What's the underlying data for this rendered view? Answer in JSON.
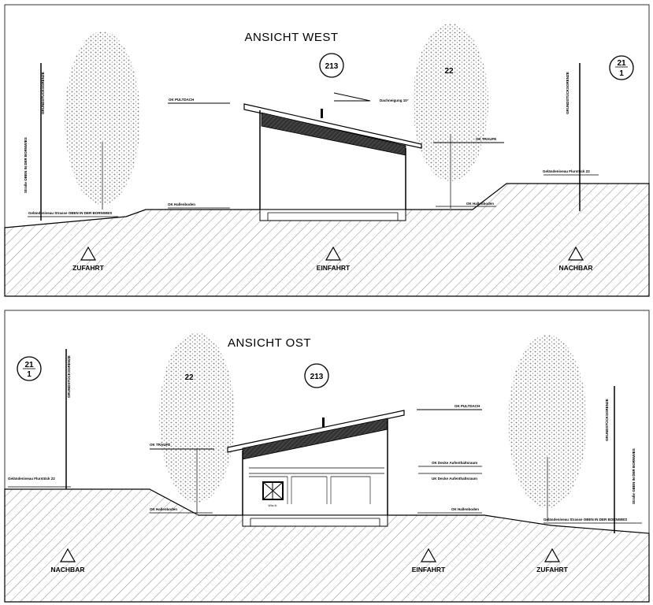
{
  "west": {
    "title": "ANSICHT WEST",
    "circle_left": "213",
    "circle_right_num": "21",
    "circle_right_den": "1",
    "tree_label": "22",
    "ok_pultdach": "OK PULTDACH",
    "dachneigung": "Dachneigung 10°",
    "ok_traufe": "OK TRAUFE",
    "ok_hallenboden_left": "OK Hallenboden",
    "ok_hallenboden_right": "OK Hallenboden",
    "gelaende_strasse": "Geländeniveau Strasse OBEN IN DER BORNWIES",
    "gelaende_flurstueck": "Geländeniveau Flurstück 22",
    "grenze_label": "GRUNDSTÜCKSGRENZE",
    "strasse_vertical": "Straße OBEN IN DER BORNWIES",
    "grenze_right_label": "GRUNDSTÜCKSGRENZE",
    "arrows": [
      "ZUFAHRT",
      "EINFAHRT",
      "NACHBAR"
    ]
  },
  "ost": {
    "title": "ANSICHT OST",
    "circle_left_num": "21",
    "circle_left_den": "1",
    "circle_mid": "213",
    "tree_label": "22",
    "grenze_left_label": "GRUNDSTÜCKSGRENZE",
    "gelaende_flurstueck": "Geländeniveau Flurstück 22",
    "ok_traufe": "OK TRAUFE",
    "ok_hallenboden_left": "OK Hallenboden",
    "ok_pultdach": "OK PULTDACH",
    "ok_decke": "OK Decke Aufenthaltsraum",
    "uk_decke": "UK Decke Aufenthaltsraum",
    "ok_hallenboden_right": "OK Hallenboden",
    "gelaende_strasse": "Geländeniveau Strasse OBEN IN DER BORNWIES",
    "grenze_right_label": "GRUNDSTÜCKSGRENZE",
    "strasse_vertical": "Straße OBEN IN DER BORNWIES",
    "window_label": "Whs 4t",
    "arrows": [
      "NACHBAR",
      "EINFAHRT",
      "ZUFAHRT"
    ]
  }
}
